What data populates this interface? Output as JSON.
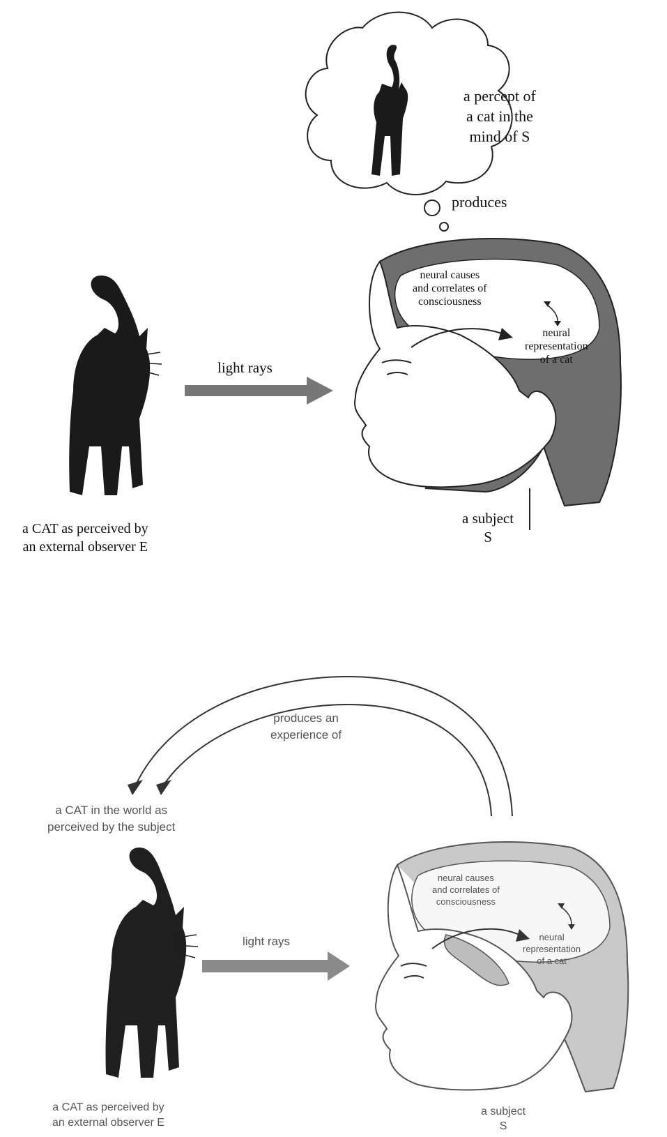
{
  "top": {
    "thought_label": [
      "a percept of",
      "a cat in the",
      "mind of S"
    ],
    "produces_label": "produces",
    "brain_label_causes": [
      "neural causes",
      "and correlates of",
      "consciousness"
    ],
    "brain_label_representation": [
      "neural",
      "representation",
      "of a cat"
    ],
    "light_label": "light rays",
    "cat_caption": [
      "a CAT as perceived by",
      "an external observer E"
    ],
    "subject_caption": [
      "a subject",
      "S"
    ]
  },
  "bottom": {
    "arc_label": [
      "produces an",
      "experience of"
    ],
    "world_cat_label": [
      "a CAT in the world as",
      "perceived by the subject"
    ],
    "brain_label_causes": [
      "neural causes",
      "and correlates of",
      "consciousness"
    ],
    "brain_label_representation": [
      "neural",
      "representation",
      "of a cat"
    ],
    "light_label": "light rays",
    "cat_caption": [
      "a CAT as perceived by",
      "an external observer E"
    ],
    "subject_caption": [
      "a subject",
      "S"
    ]
  }
}
